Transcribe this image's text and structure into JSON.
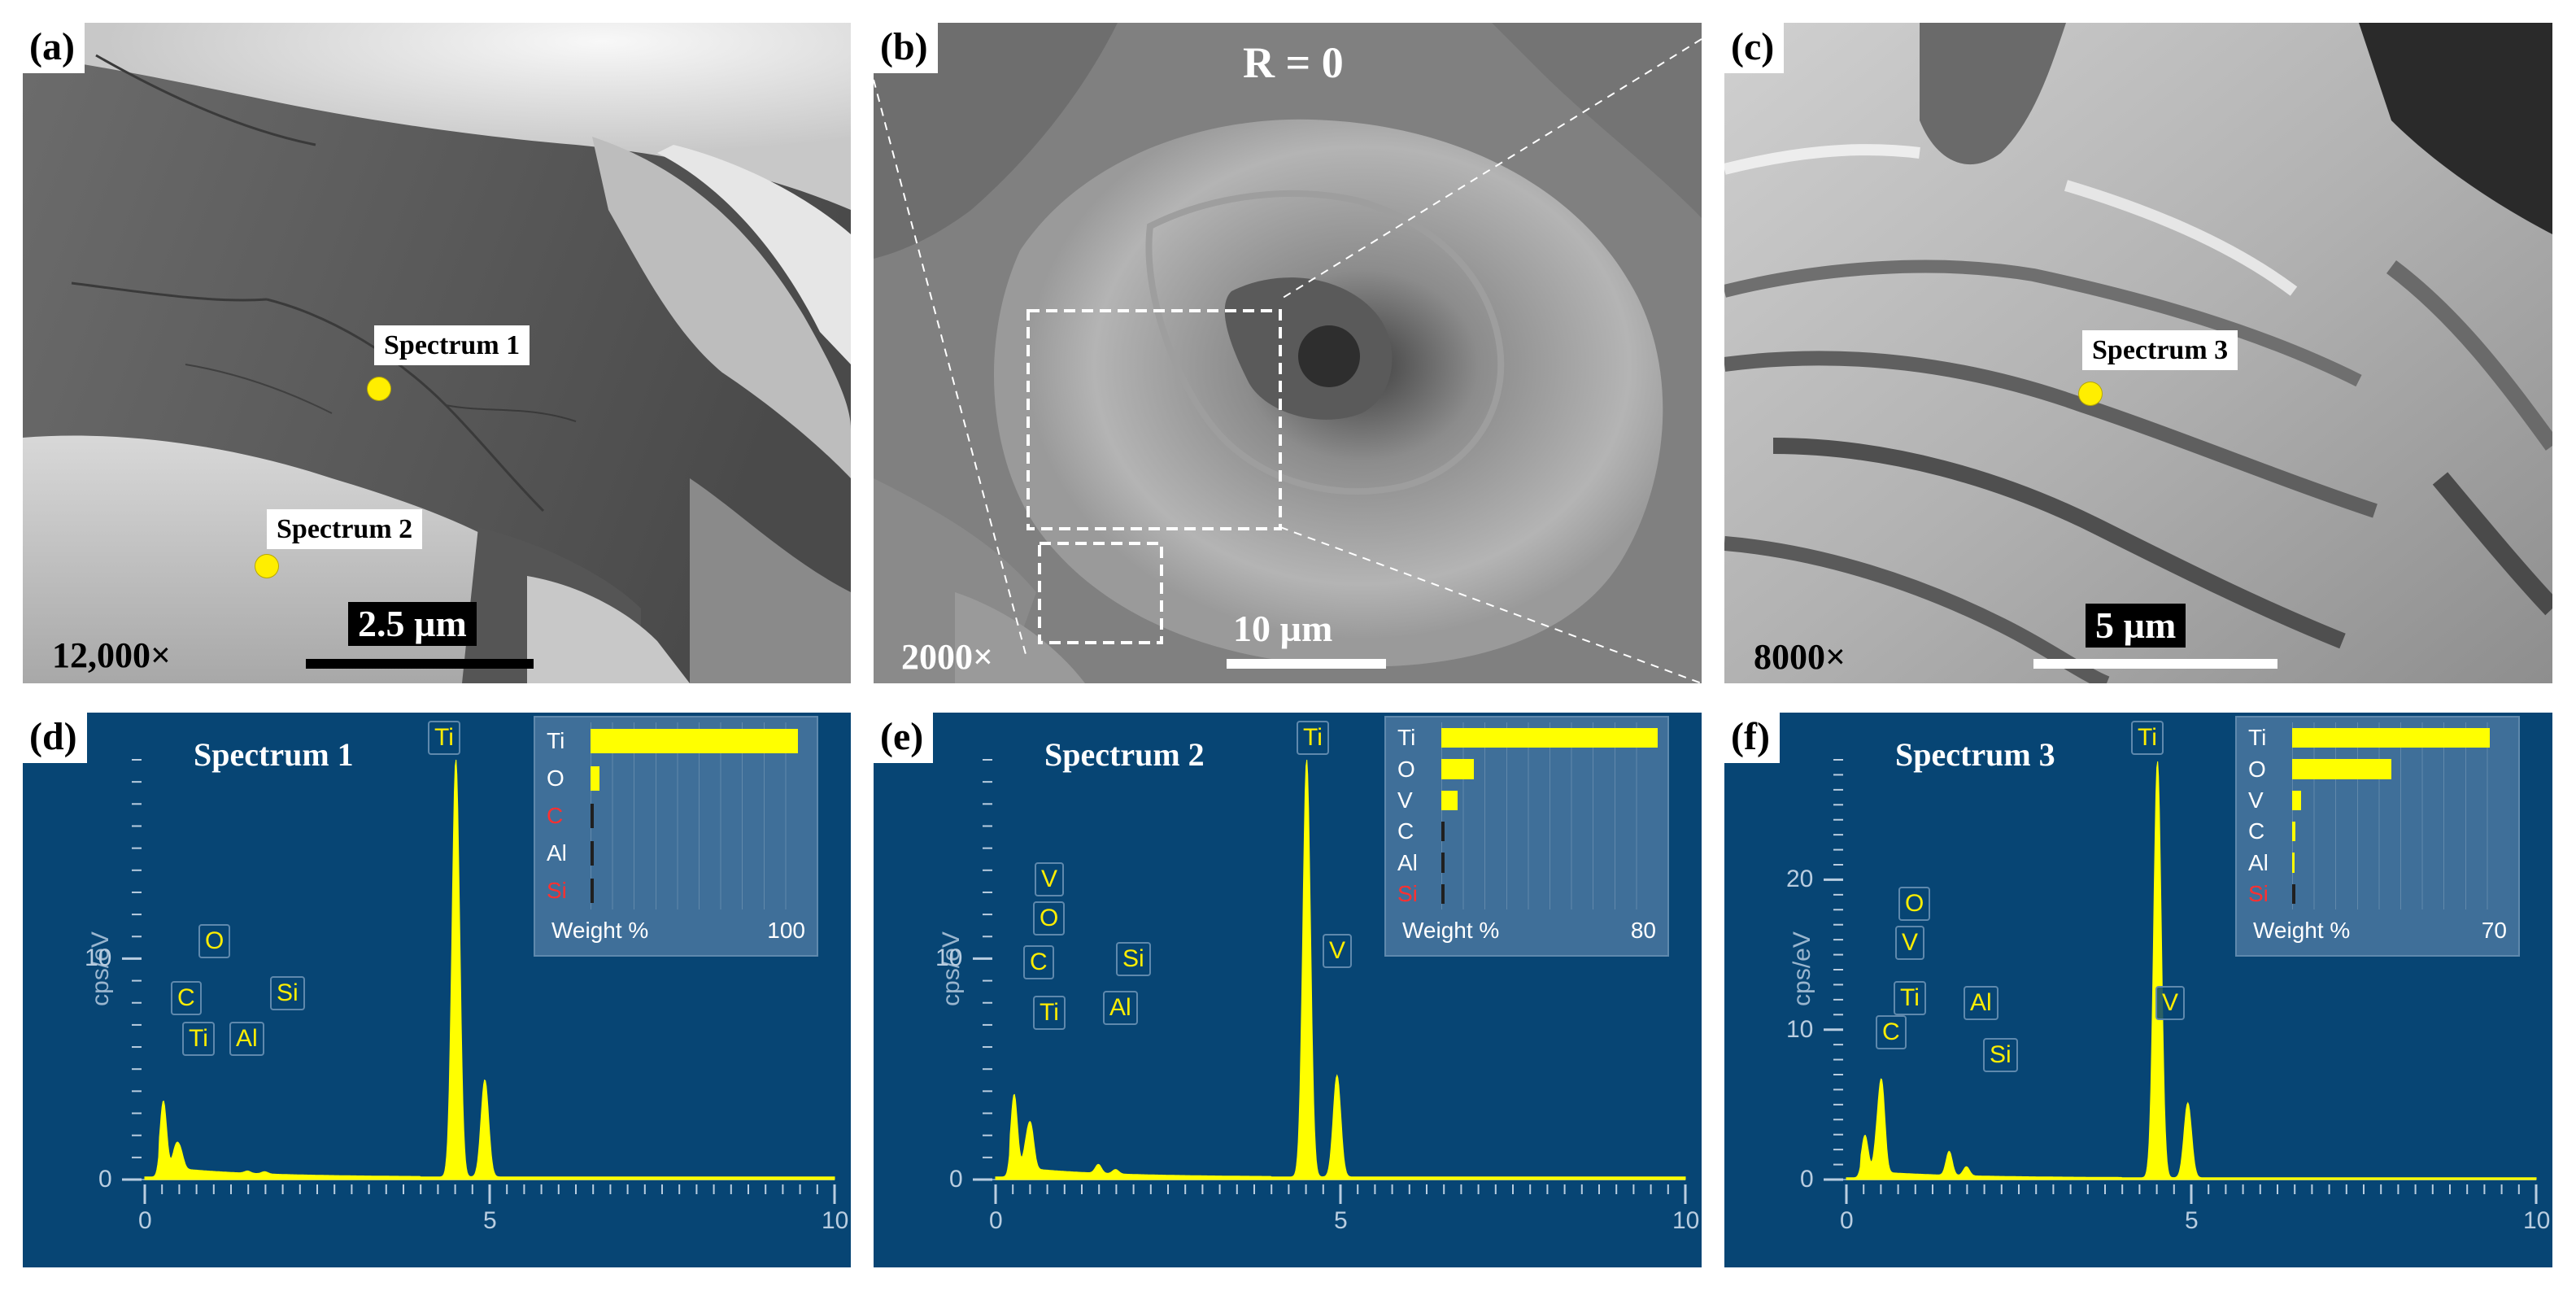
{
  "figure": {
    "top_panels": [
      {
        "id": "a",
        "label": "(a)",
        "magnification": "12,000×",
        "scale_bar": "2.5 µm",
        "spectra_markers": [
          "Spectrum 1",
          "Spectrum 2"
        ]
      },
      {
        "id": "b",
        "label": "(b)",
        "title": "R = 0",
        "magnification": "2000×",
        "scale_bar": "10 µm"
      },
      {
        "id": "c",
        "label": "(c)",
        "magnification": "8000×",
        "scale_bar": "5 µm",
        "spectra_markers": [
          "Spectrum 3"
        ]
      }
    ],
    "marker_color": "#ffee00",
    "eds_background": "#074574",
    "eds_accent": "#ffff00"
  },
  "chart_data": [
    {
      "type": "area",
      "panel": "(d)",
      "title": "Spectrum 1",
      "ylabel": "cps/eV",
      "xlim": [
        0,
        10
      ],
      "ylim": [
        0,
        19
      ],
      "x_ticks": [
        "0",
        "5",
        "10"
      ],
      "y_ticks": [
        "0",
        "10"
      ],
      "y_tick_values": [
        0,
        10
      ],
      "peaks": [
        {
          "element": "C",
          "x": 0.27,
          "y": 3.0
        },
        {
          "element": "O",
          "x": 0.52,
          "y": 0.7
        },
        {
          "element": "Ti",
          "x": 0.45,
          "y": 0.9
        },
        {
          "element": "Al",
          "x": 1.49,
          "y": 0.1
        },
        {
          "element": "Si",
          "x": 1.74,
          "y": 0.1
        },
        {
          "element": "Ti",
          "x": 4.51,
          "y": 18.9
        },
        {
          "element": "",
          "x": 4.93,
          "y": 4.4
        }
      ],
      "peak_labels": [
        "C",
        "Ti",
        "O",
        "Al",
        "Si",
        "Ti"
      ],
      "composition": {
        "elements": [
          "Ti",
          "O",
          "C",
          "Al",
          "Si"
        ],
        "element_colors": [
          "#ffffff",
          "#ffffff",
          "#ff3030",
          "#ffffff",
          "#ff3030"
        ],
        "weight_percent": [
          96,
          4,
          0.3,
          0.3,
          0.3
        ],
        "axis_max": 100,
        "axis_label": "Weight %",
        "axis_max_label": "100"
      }
    },
    {
      "type": "area",
      "panel": "(e)",
      "title": "Spectrum 2",
      "ylabel": "cps/eV",
      "xlim": [
        0,
        10
      ],
      "ylim": [
        0,
        19
      ],
      "x_ticks": [
        "0",
        "5",
        "10"
      ],
      "y_ticks": [
        "0",
        "10"
      ],
      "y_tick_values": [
        0,
        10
      ],
      "peaks": [
        {
          "element": "C",
          "x": 0.27,
          "y": 3.3
        },
        {
          "element": "Ti",
          "x": 0.45,
          "y": 1.0
        },
        {
          "element": "O",
          "x": 0.52,
          "y": 0.9
        },
        {
          "element": "V",
          "x": 0.51,
          "y": 0.8
        },
        {
          "element": "Al",
          "x": 1.49,
          "y": 0.4
        },
        {
          "element": "Si",
          "x": 1.74,
          "y": 0.2
        },
        {
          "element": "Ti",
          "x": 4.51,
          "y": 18.9
        },
        {
          "element": "V",
          "x": 4.95,
          "y": 4.6
        }
      ],
      "peak_labels": [
        "V",
        "O",
        "C",
        "Ti",
        "Al",
        "Si",
        "Ti",
        "V"
      ],
      "composition": {
        "elements": [
          "Ti",
          "O",
          "V",
          "C",
          "Al",
          "Si"
        ],
        "element_colors": [
          "#ffffff",
          "#ffffff",
          "#ffffff",
          "#ffffff",
          "#ffffff",
          "#ff3030"
        ],
        "weight_percent": [
          80,
          12,
          6,
          0.3,
          0.3,
          0.3
        ],
        "axis_max": 80,
        "axis_label": "Weight %",
        "axis_max_label": "80"
      }
    },
    {
      "type": "area",
      "panel": "(f)",
      "title": "Spectrum 3",
      "ylabel": "cps/eV",
      "xlim": [
        0,
        10
      ],
      "ylim": [
        0,
        28
      ],
      "x_ticks": [
        "0",
        "5",
        "10"
      ],
      "y_ticks": [
        "0",
        "10",
        "20"
      ],
      "y_tick_values": [
        0,
        10,
        20
      ],
      "peaks": [
        {
          "element": "C",
          "x": 0.27,
          "y": 2.4
        },
        {
          "element": "Ti",
          "x": 0.45,
          "y": 2.2
        },
        {
          "element": "O",
          "x": 0.52,
          "y": 3.4
        },
        {
          "element": "V",
          "x": 0.51,
          "y": 2.0
        },
        {
          "element": "Al",
          "x": 1.49,
          "y": 1.6
        },
        {
          "element": "Si",
          "x": 1.74,
          "y": 0.6
        },
        {
          "element": "Ti",
          "x": 4.51,
          "y": 27.8
        },
        {
          "element": "V",
          "x": 4.95,
          "y": 5.0
        }
      ],
      "peak_labels": [
        "O",
        "V",
        "Ti",
        "C",
        "Al",
        "Si",
        "Ti",
        "V"
      ],
      "composition": {
        "elements": [
          "Ti",
          "O",
          "V",
          "C",
          "Al",
          "Si"
        ],
        "element_colors": [
          "#ffffff",
          "#ffffff",
          "#ffffff",
          "#ffffff",
          "#ffffff",
          "#ff3030"
        ],
        "weight_percent": [
          64,
          32,
          3,
          1,
          0.8,
          0.3
        ],
        "axis_max": 70,
        "axis_label": "Weight %",
        "axis_max_label": "70"
      }
    }
  ]
}
